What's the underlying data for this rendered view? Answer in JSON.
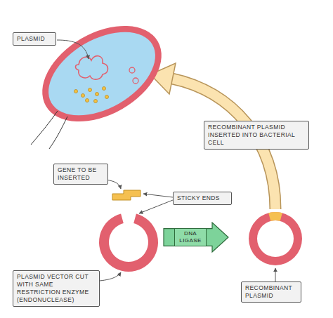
{
  "diagram": {
    "nodes": [
      {
        "text": [
          "PLASMID"
        ]
      },
      {
        "text": [
          "RECOMBINANT PLASMID INSERTED INTO BACTERIAL CELL"
        ]
      },
      {
        "text": [
          "GENE TO BE INSERTED"
        ]
      },
      {
        "text": [
          "STICKY ENDS"
        ]
      },
      {
        "text": [
          "DNA LIGASE"
        ]
      },
      {
        "text": [
          "PLASMID VECTOR CUT WITH SAME RESTRICTION ENZYME (ENDONUCLEASE)"
        ]
      },
      {
        "text": [
          "RECOMBINANT PLASMID"
        ]
      }
    ]
  }
}
